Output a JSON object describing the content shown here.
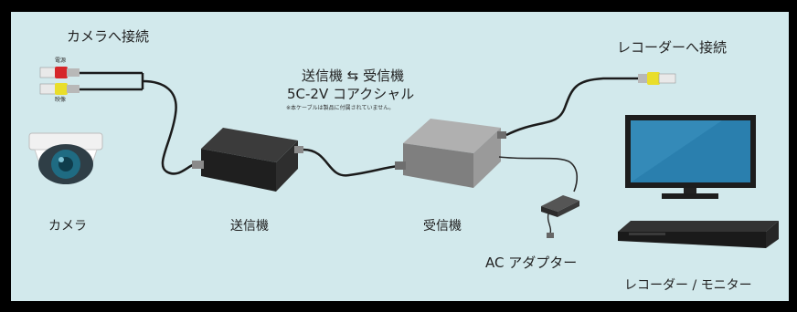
{
  "labels": {
    "connect_camera": "カメラへ接続",
    "connect_recorder": "レコーダーへ接続",
    "power_tag": "電源",
    "video_tag": "映像",
    "link_title": "送信機 ⇆ 受信機",
    "cable_type": "5C-2V コアクシャル",
    "cable_note": "※本ケーブルは製品に付属されていません。",
    "camera": "カメラ",
    "transmitter": "送信機",
    "receiver": "受信機",
    "ac_adapter": "AC アダプター",
    "recorder_monitor": "レコーダー / モニター"
  },
  "colors": {
    "frame": "#000000",
    "background": "#d2e9ec",
    "transmitter_body": "#2a2a2a",
    "receiver_body": "#8e8e8e",
    "screen": "#2a7fae",
    "rca_red": "#d6262a",
    "rca_yellow": "#e9de2a",
    "camera_lens": "#1f6b82"
  }
}
